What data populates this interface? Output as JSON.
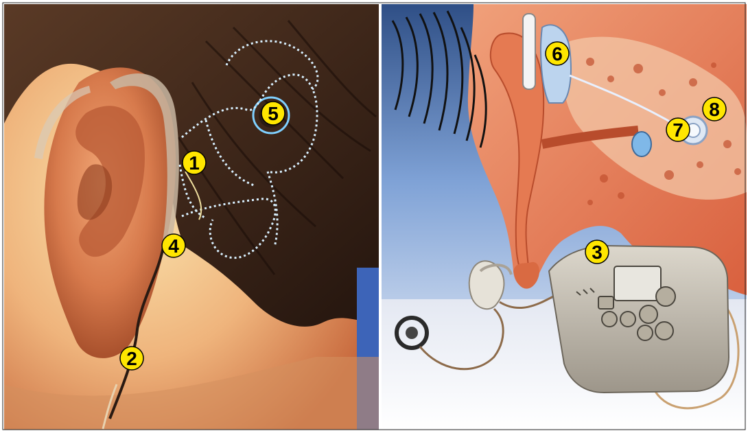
{
  "markers": [
    {
      "id": "marker-1",
      "label": "1"
    },
    {
      "id": "marker-2",
      "label": "2"
    },
    {
      "id": "marker-3",
      "label": "3"
    },
    {
      "id": "marker-4",
      "label": "4"
    },
    {
      "id": "marker-5",
      "label": "5"
    },
    {
      "id": "marker-6",
      "label": "6"
    },
    {
      "id": "marker-7",
      "label": "7"
    },
    {
      "id": "marker-8",
      "label": "8"
    }
  ],
  "colors": {
    "marker_fill": "#ffe600",
    "marker_stroke": "#000000",
    "hair": "#3a2418",
    "skin": "#e8a070",
    "ear_cross_section": "#e87a52",
    "sky": "#6a92c8",
    "device": "#c9c3b6",
    "background_right": "#ffffff",
    "electrode_dots": "#d8f0ff"
  },
  "icons": [
    "hearing-aid-behind-ear",
    "speech-processor-box",
    "headpiece-coil",
    "cochlea"
  ]
}
